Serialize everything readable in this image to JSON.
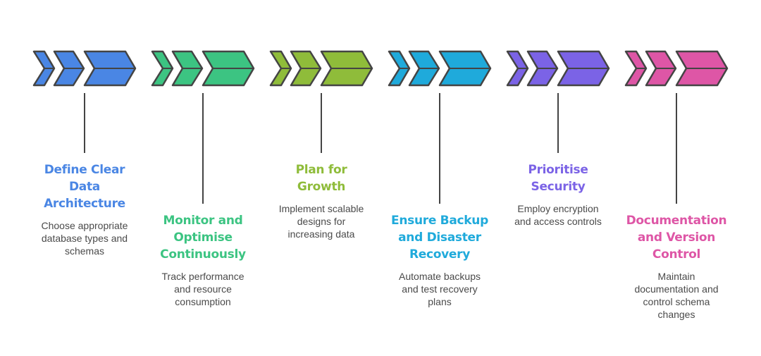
{
  "diagram": {
    "stroke_color": "#444444",
    "steps": [
      {
        "title": "Define Clear Data Architecture",
        "title_lines": [
          "Define Clear",
          "Data",
          "Architecture"
        ],
        "description": "Choose appropriate database types and schemas",
        "desc_lines": [
          "Choose appropriate",
          "database types and",
          "schemas"
        ],
        "color": "#4A86E4",
        "label_position": "upper"
      },
      {
        "title": "Monitor and Optimise Continuously",
        "title_lines": [
          "Monitor and",
          "Optimise",
          "Continuously"
        ],
        "description": "Track performance and resource consumption",
        "desc_lines": [
          "Track performance",
          "and resource",
          "consumption"
        ],
        "color": "#3CC482",
        "label_position": "lower"
      },
      {
        "title": "Plan for Growth",
        "title_lines": [
          "Plan for",
          "Growth"
        ],
        "description": "Implement scalable designs for increasing data",
        "desc_lines": [
          "Implement scalable",
          "designs for",
          "increasing data"
        ],
        "color": "#8FBC3A",
        "label_position": "upper"
      },
      {
        "title": "Ensure Backup and Disaster Recovery",
        "title_lines": [
          "Ensure Backup",
          "and Disaster",
          "Recovery"
        ],
        "description": "Automate backups and test recovery plans",
        "desc_lines": [
          "Automate backups",
          "and test recovery",
          "plans"
        ],
        "color": "#1FAADB",
        "label_position": "lower"
      },
      {
        "title": "Prioritise Security",
        "title_lines": [
          "Prioritise",
          "Security"
        ],
        "description": "Employ encryption and access controls",
        "desc_lines": [
          "Employ encryption",
          "and access controls"
        ],
        "color": "#7B63E6",
        "label_position": "upper"
      },
      {
        "title": "Documentation and Version Control",
        "title_lines": [
          "Documentation",
          "and Version",
          "Control"
        ],
        "description": "Maintain documentation and control schema changes",
        "desc_lines": [
          "Maintain",
          "documentation and",
          "control schema",
          "changes"
        ],
        "color": "#DE56A6",
        "label_position": "lower"
      }
    ]
  }
}
